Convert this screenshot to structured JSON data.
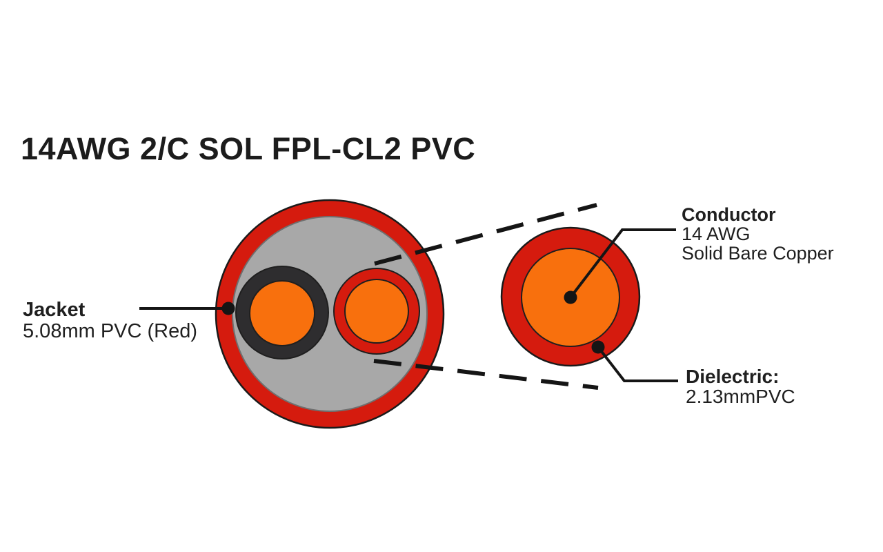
{
  "title": "14AWG 2/C SOL FPL-CL2 PVC",
  "colors": {
    "jacket_red": "#d51b0e",
    "conductor_orange": "#f8700d",
    "filler_gray": "#a8a8a8",
    "insulation_black": "#2e2d2f",
    "background": "#ffffff",
    "text": "#1f1f1f"
  },
  "labels": {
    "jacket": {
      "title": "Jacket",
      "detail": "5.08mm PVC (Red)"
    },
    "conductor": {
      "title": "Conductor",
      "detail_line1": "14 AWG",
      "detail_line2": "Solid Bare Copper"
    },
    "dielectric": {
      "title": "Dielectric:",
      "detail": "2.13mmPVC"
    }
  }
}
